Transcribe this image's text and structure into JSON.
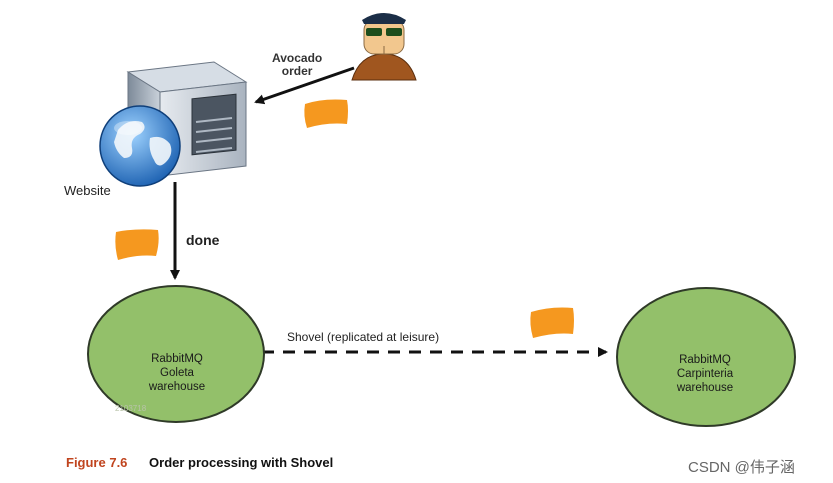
{
  "labels": {
    "avocado_line1": "Avocado",
    "avocado_line2": "order",
    "website": "Website",
    "done": "done",
    "shovel": "Shovel (replicated at leisure)",
    "watermark_small": "2103718"
  },
  "nodes": {
    "goleta": {
      "line1": "RabbitMQ",
      "line2": "Goleta",
      "line3": "warehouse"
    },
    "carpinteria": {
      "line1": "RabbitMQ",
      "line2": "Carpinteria",
      "line3": "warehouse"
    }
  },
  "caption": {
    "figure": "Figure 7.6",
    "title": "Order processing with Shovel"
  },
  "watermark": "CSDN @伟子涵",
  "colors": {
    "node_fill": "#93c06a",
    "node_stroke": "#2f3a28",
    "message": "#f5981f",
    "arrow": "#111111",
    "caption_fig": "#c0441e"
  }
}
